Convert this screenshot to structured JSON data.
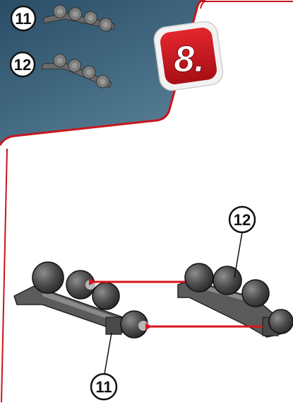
{
  "step": {
    "number": "8.",
    "badge_color": "#c8161d"
  },
  "parts_panel": {
    "background_color": "#3a5f78",
    "border_color": "#c8161d",
    "parts": [
      {
        "label": "11",
        "icon": "axle-assembly-icon"
      },
      {
        "label": "12",
        "icon": "axle-assembly-icon"
      }
    ]
  },
  "assembly": {
    "left_part_icon": "axle-assembly-left-icon",
    "right_part_icon": "axle-assembly-right-icon",
    "callouts": [
      {
        "label": "12"
      },
      {
        "label": "11"
      }
    ],
    "arrow_color": "#d8161d"
  }
}
